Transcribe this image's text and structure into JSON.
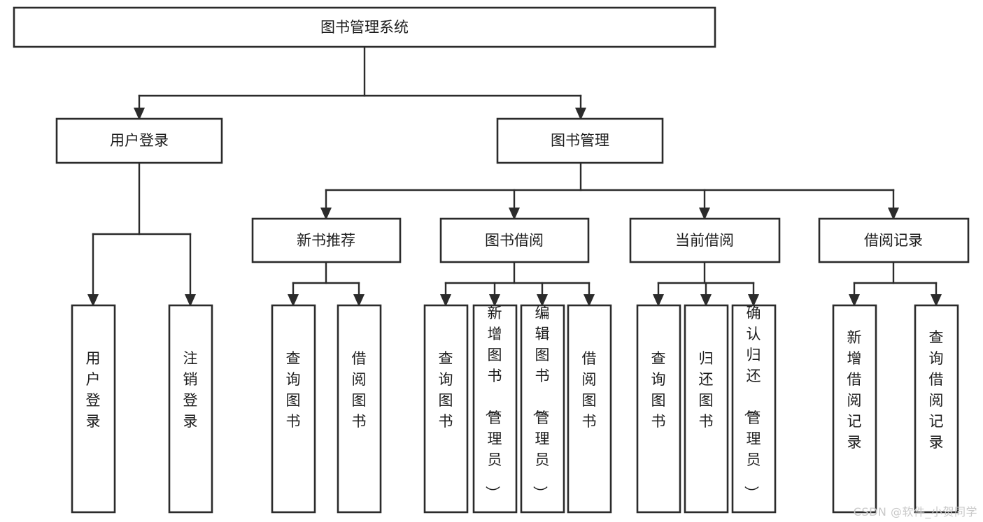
{
  "diagram": {
    "type": "tree",
    "title": "图书管理系统",
    "watermark": "CSDN @软件_小贺同学",
    "colors": {
      "box_stroke": "#2b2b2b",
      "box_fill": "#ffffff",
      "text": "#1d1d1d",
      "connector": "#2b2b2b",
      "watermark": "#c9c9c9",
      "background": "#ffffff"
    },
    "levels": {
      "root": {
        "label": "图书管理系统"
      },
      "level2": [
        {
          "label": "用户登录"
        },
        {
          "label": "图书管理"
        }
      ],
      "level3": [
        {
          "label": "新书推荐"
        },
        {
          "label": "图书借阅"
        },
        {
          "label": "当前借阅"
        },
        {
          "label": "借阅记录"
        }
      ],
      "leaves": [
        {
          "label": "用户登录",
          "parent": "用户登录"
        },
        {
          "label": "注销登录",
          "parent": "用户登录"
        },
        {
          "label": "查询图书",
          "parent": "新书推荐"
        },
        {
          "label": "借阅图书",
          "parent": "新书推荐"
        },
        {
          "label": "查询图书",
          "parent": "图书借阅"
        },
        {
          "label": "新增图书（管理员）",
          "parent": "图书借阅"
        },
        {
          "label": "编辑图书（管理员）",
          "parent": "图书借阅"
        },
        {
          "label": "借阅图书",
          "parent": "图书借阅"
        },
        {
          "label": "查询图书",
          "parent": "当前借阅"
        },
        {
          "label": "归还图书",
          "parent": "当前借阅"
        },
        {
          "label": "确认归还（管理员）",
          "parent": "当前借阅"
        },
        {
          "label": "新增借阅记录",
          "parent": "借阅记录"
        },
        {
          "label": "查询借阅记录",
          "parent": "借阅记录"
        }
      ]
    }
  }
}
